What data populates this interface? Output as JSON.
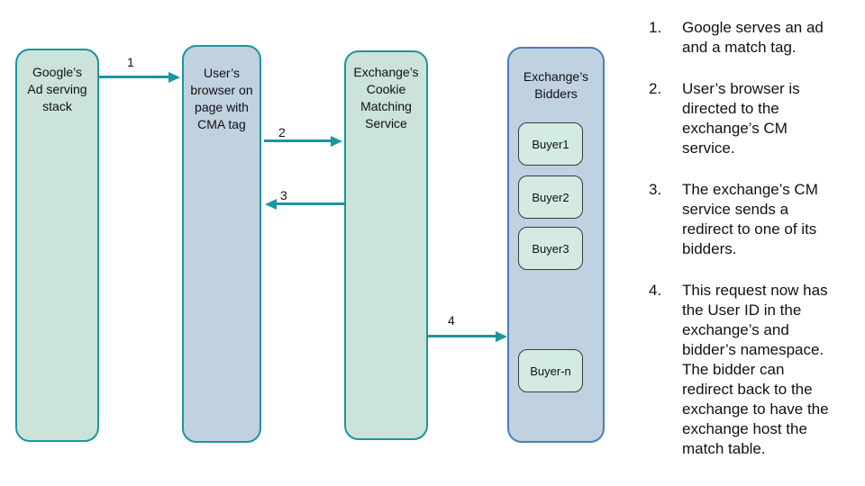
{
  "colors": {
    "teal_border": "#1c95a0",
    "green_fill": "#cbe3d8",
    "blue_fill": "#c0d1e0",
    "blue_border": "#4a7dbd",
    "buyer_fill": "#d3ebe2",
    "buyer_border": "#3c3c3c",
    "arrow": "#1c95a0",
    "text": "#111111"
  },
  "diagram": {
    "nodes": {
      "ad_stack": {
        "label": "Google’s\nAd serving\nstack"
      },
      "browser": {
        "label": "User’s\nbrowser on\npage with\nCMA tag"
      },
      "cm_service": {
        "label": "Exchange’s\nCookie\nMatching\nService"
      },
      "bidders": {
        "label": "Exchange’s\nBidders"
      }
    },
    "buyers": [
      {
        "label": "Buyer1"
      },
      {
        "label": "Buyer2"
      },
      {
        "label": "Buyer3"
      },
      {
        "label": "Buyer-n"
      }
    ],
    "arrows": [
      {
        "label": "1"
      },
      {
        "label": "2"
      },
      {
        "label": "3"
      },
      {
        "label": "4"
      }
    ]
  },
  "steps": [
    {
      "num": "1.",
      "text": "Google serves an ad\nand a match tag."
    },
    {
      "num": "2.",
      "text": "User’s browser is\ndirected to the\nexchange’s CM\nservice."
    },
    {
      "num": "3.",
      "text": "The exchange’s CM\nservice sends a\nredirect to one of its\nbidders."
    },
    {
      "num": "4.",
      "text": "This request now has\nthe User ID in the\nexchange’s and\nbidder’s namespace.\nThe bidder can\nredirect back to the\nexchange to have the\nexchange host the\nmatch table."
    }
  ]
}
